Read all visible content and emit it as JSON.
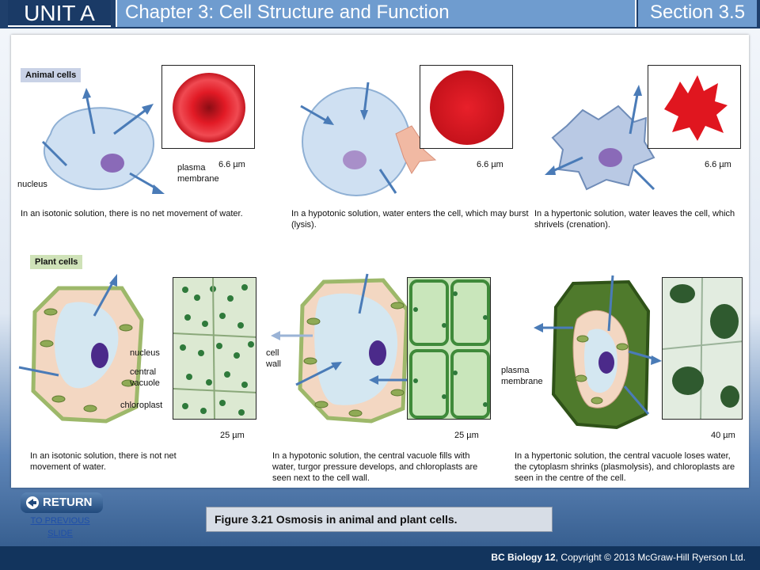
{
  "header": {
    "unit": "UNIT A",
    "chapter": "Chapter 3: Cell Structure and Function",
    "section": "Section 3.5"
  },
  "animal": {
    "label": "Animal cells",
    "parts": {
      "nucleus": "nucleus",
      "plasma_line1": "plasma",
      "plasma_line2": "membrane"
    },
    "scales": [
      "6.6 µm",
      "6.6 µm",
      "6.6 µm"
    ],
    "captions": [
      "In an isotonic solution, there is no net movement of water.",
      "In a hypotonic solution, water enters the cell, which may burst (lysis).",
      "In a hypertonic solution, water leaves the cell, which shrivels (crenation)."
    ]
  },
  "plant": {
    "label": "Plant cells",
    "parts": {
      "nucleus": "nucleus",
      "vacuole_line1": "central",
      "vacuole_line2": "vacuole",
      "chloroplast": "chloroplast",
      "cellwall_line1": "cell",
      "cellwall_line2": "wall",
      "plasma_line1": "plasma",
      "plasma_line2": "membrane"
    },
    "scales": [
      "25 µm",
      "25 µm",
      "40 µm"
    ],
    "captions": [
      "In an isotonic solution, there is not net movement of water.",
      "In a hypotonic solution, the central vacuole fills with water, turgor pressure develops, and chloroplasts are seen next to the cell wall.",
      "In a hypertonic solution, the central vacuole loses water, the cytoplasm shrinks (plasmolysis), and chloroplasts are seen in the centre of the cell."
    ]
  },
  "nav": {
    "return_label": "RETURN",
    "previous_line1": "TO PREVIOUS",
    "previous_line2": "SLIDE"
  },
  "figure_caption": "Figure 3.21 Osmosis in animal and plant cells.",
  "footer": {
    "copyright_bold": "BC Biology 12",
    "copyright_rest": ", Copyright © 2013 McGraw-Hill Ryerson Ltd."
  }
}
